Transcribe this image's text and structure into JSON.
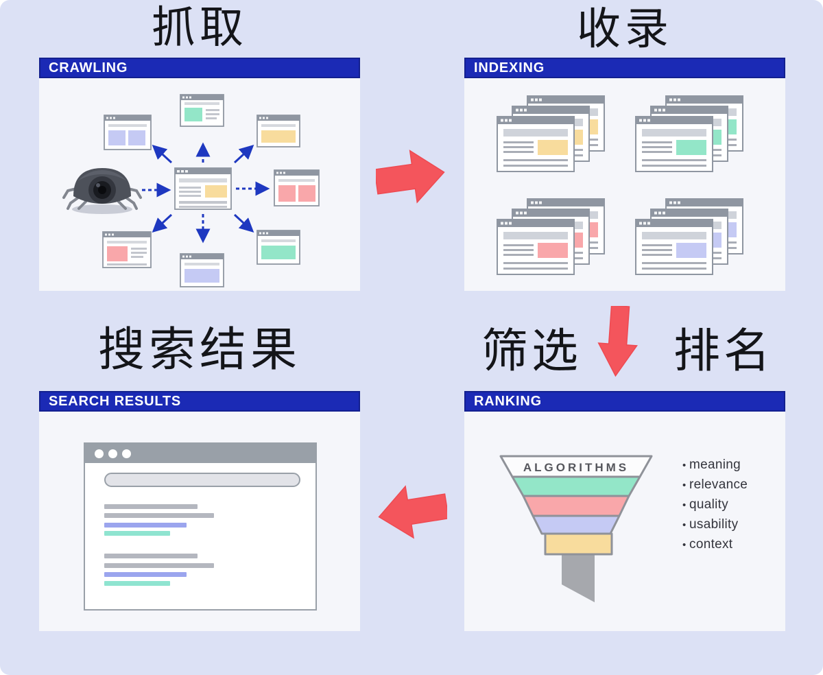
{
  "titles": {
    "crawling_cn": "抓取",
    "indexing_cn": "收录",
    "search_results_cn": "搜索结果",
    "screening_cn": "筛选",
    "ranking_cn": "排名"
  },
  "panels": {
    "crawling": {
      "header": "CRAWLING"
    },
    "indexing": {
      "header": "INDEXING"
    },
    "ranking": {
      "header": "RANKING",
      "funnel_label": "ALGORITHMS",
      "bullets": [
        "meaning",
        "relevance",
        "quality",
        "usability",
        "context"
      ]
    },
    "search_results": {
      "header": "SEARCH RESULTS"
    }
  },
  "icons": {
    "spider": "spider-crawler-icon",
    "flow_arrows": [
      "arrow-right-icon",
      "arrow-down-icon",
      "arrow-left-icon"
    ]
  },
  "colors": {
    "background": "#dce1f5",
    "panel_body": "#f5f6fa",
    "header_bg": "#1b2ab5",
    "header_text": "#ffffff",
    "red_arrow": "#f4555c",
    "blue_arrow": "#1e38c0",
    "chrome_gray": "#8f96a1",
    "accent_yellow": "#f8dc9d",
    "accent_teal": "#93e6c8",
    "accent_pink": "#f9a7aa",
    "accent_lavender": "#c5caf4",
    "funnel_spout": "#a6a8ad",
    "title_text": "#141519"
  }
}
